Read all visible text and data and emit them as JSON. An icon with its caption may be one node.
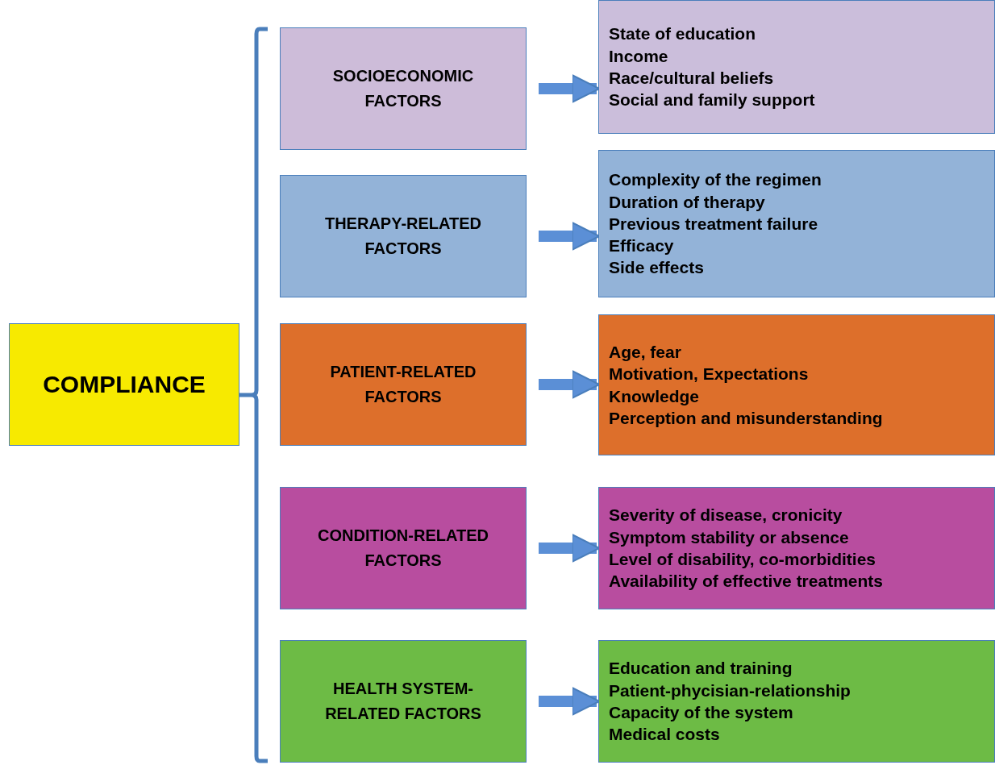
{
  "diagram": {
    "nodes": [
      {
        "text": [
          "COMPLIANCE"
        ]
      },
      {
        "text": [
          "SOCIOECONOMIC FACTORS"
        ]
      },
      {
        "text": [
          "State of education",
          "Income",
          "Race/cultural beliefs",
          "Social and family support"
        ]
      },
      {
        "text": [
          "THERAPY-RELATED FACTORS"
        ]
      },
      {
        "text": [
          "Complexity of the regimen",
          "Duration of therapy",
          "Previous treatment failure",
          "Efficacy",
          "Side effects"
        ]
      },
      {
        "text": [
          "PATIENT-RELATED FACTORS"
        ]
      },
      {
        "text": [
          "Age, fear",
          "Motivation, Expectations",
          "Knowledge",
          "Perception and misunderstanding"
        ]
      },
      {
        "text": [
          "CONDITION-RELATED FACTORS"
        ]
      },
      {
        "text": [
          "Severity of disease, cronicity",
          "Symptom stability or absence",
          "Level of disability, co-morbidities",
          "Availability of effective treatments"
        ]
      },
      {
        "text": [
          "HEALTH SYSTEM-RELATED FACTORS"
        ]
      },
      {
        "text": [
          "Education and training",
          "Patient-phycisian-relationship",
          "Capacity of the system",
          "Medical costs"
        ]
      }
    ],
    "edges": [
      {
        "from": 1,
        "to": 2,
        "arrow": "to"
      },
      {
        "from": 3,
        "to": 4,
        "arrow": "to"
      },
      {
        "from": 5,
        "to": 6,
        "arrow": "to"
      },
      {
        "from": 7,
        "to": 8,
        "arrow": "to"
      },
      {
        "from": 9,
        "to": 10,
        "arrow": "to"
      }
    ]
  }
}
